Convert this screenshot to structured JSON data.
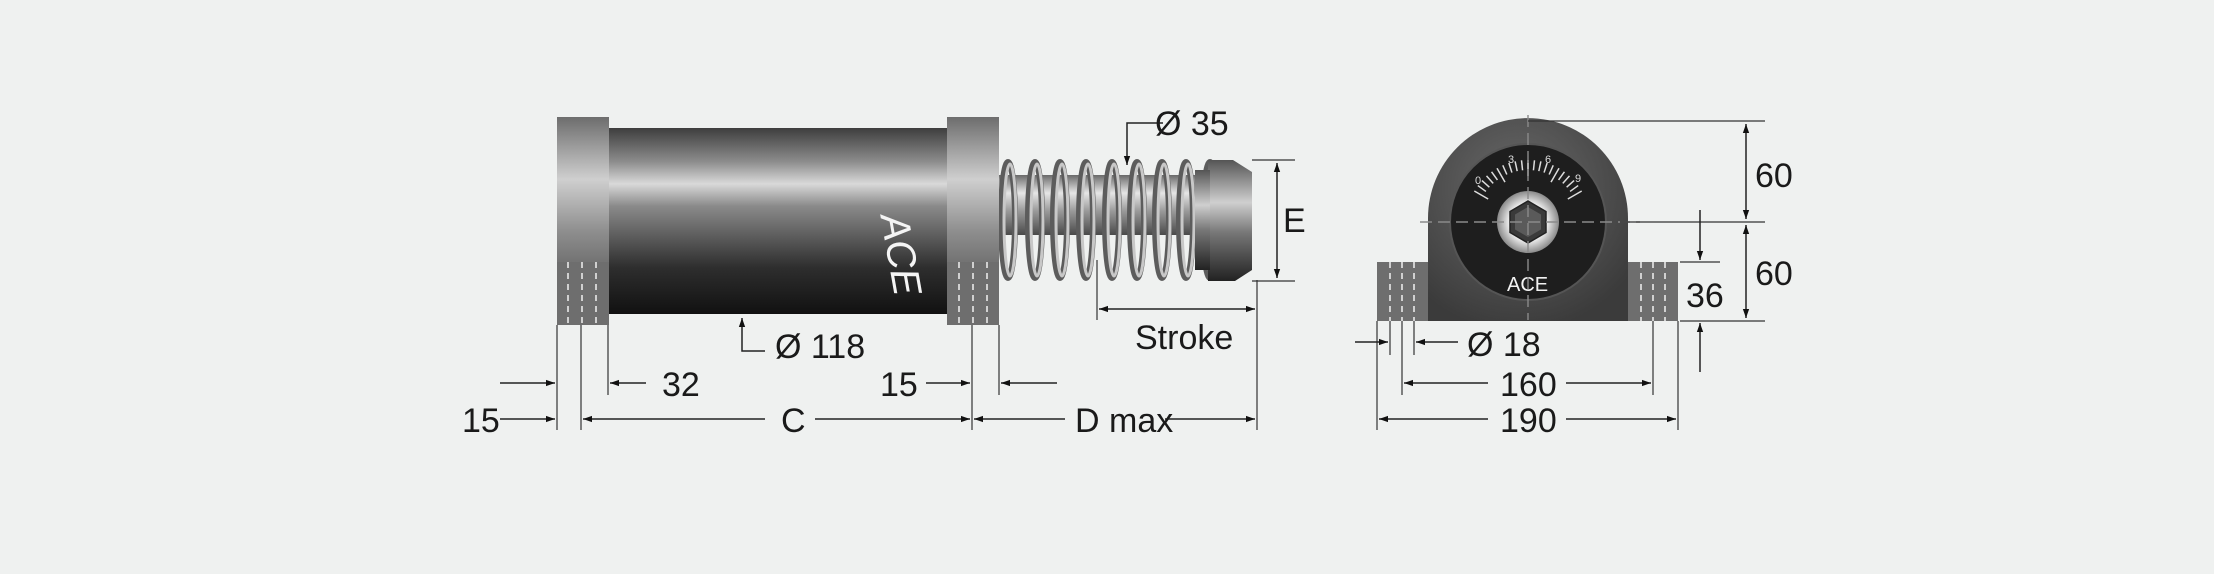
{
  "brand": {
    "side_logo": "ACE",
    "front_logo": "ACE"
  },
  "dial": {
    "scale": [
      "0",
      "3",
      "6",
      "9"
    ]
  },
  "dimensions": {
    "rod_diameter": "Ø 35",
    "body_diameter": "Ø 118",
    "e_label": "E",
    "stroke_label": "Stroke",
    "flange_left_width": "15",
    "flange_offset": "32",
    "flange_right_width": "15",
    "c_label": "C",
    "d_max_label": "D max",
    "height_upper": "60",
    "height_lower": "60",
    "foot_height": "36",
    "hole_diameter": "Ø 18",
    "hole_spacing": "160",
    "overall_width": "190"
  },
  "colors": {
    "background": "#eff1f0",
    "body_metal": "#4a4a4a",
    "flange_metal": "#8f8f8f",
    "front_body": "#5a5a5a",
    "dial_face": "#1e1e1e"
  }
}
